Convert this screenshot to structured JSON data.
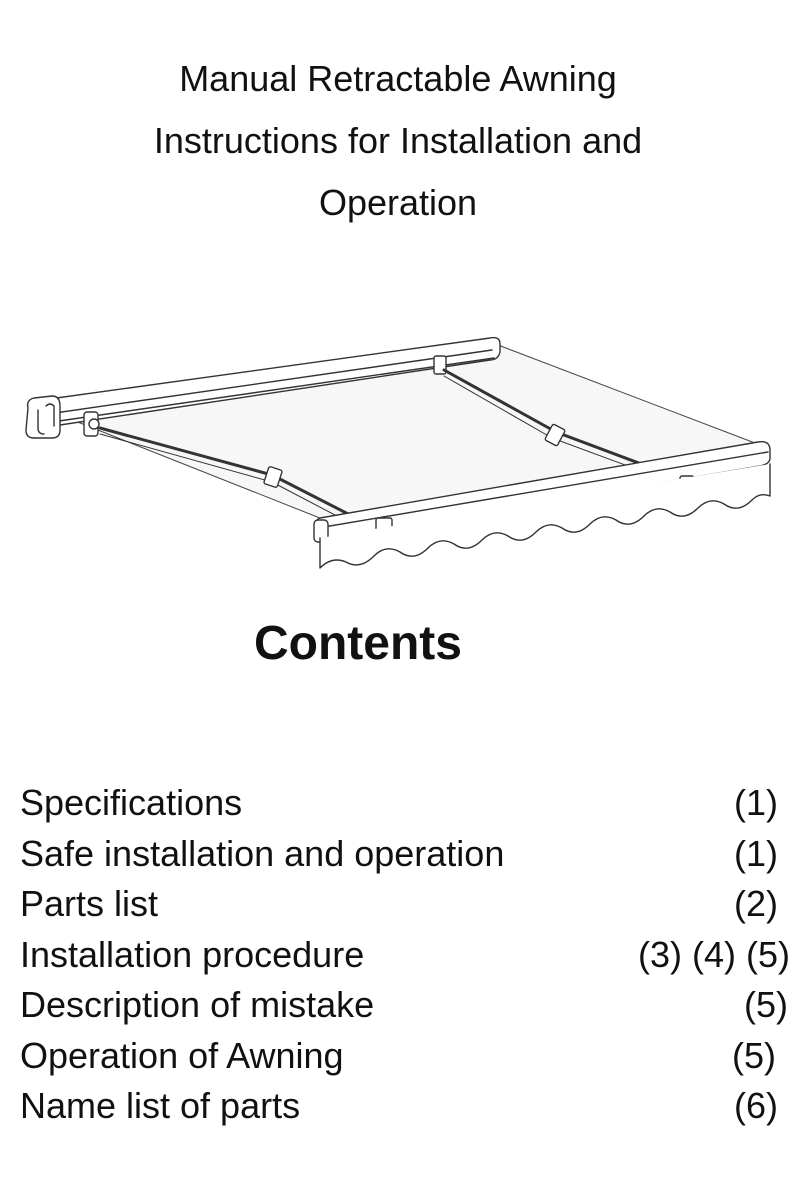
{
  "title": {
    "lines": [
      "Manual Retractable Awning",
      "Instructions for Installation and",
      "Operation"
    ]
  },
  "contents_heading": "Contents",
  "toc": [
    {
      "label": "Specifications",
      "pages": "(1)"
    },
    {
      "label": "Safe installation and operation",
      "pages": "(1)"
    },
    {
      "label": "Parts list",
      "pages": "(2)"
    },
    {
      "label": "Installation procedure",
      "pages": "(3) (4) (5)"
    },
    {
      "label": "Description of mistake",
      "pages": "(5)"
    },
    {
      "label": "Operation of Awning",
      "pages": "(5)"
    },
    {
      "label": "Name list of parts",
      "pages": "(6)"
    }
  ],
  "illustration": {
    "icon": "awning-illustration-icon"
  }
}
